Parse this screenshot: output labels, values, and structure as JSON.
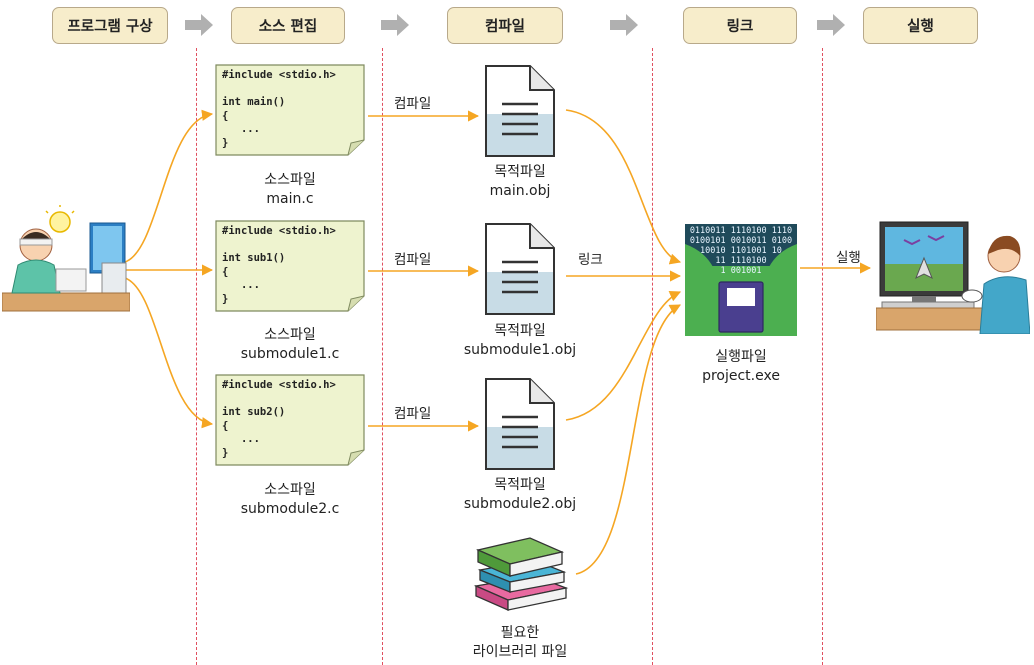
{
  "stages": [
    "프로그램 구상",
    "소스 편집",
    "컴파일",
    "링크",
    "실행"
  ],
  "sources": [
    {
      "code": [
        "#include <stdio.h>",
        "",
        "int main()",
        "{",
        "   ...",
        "}"
      ],
      "label1": "소스파일",
      "label2": "main.c"
    },
    {
      "code": [
        "#include <stdio.h>",
        "",
        "int sub1()",
        "{",
        "   ...",
        "}"
      ],
      "label1": "소스파일",
      "label2": "submodule1.c"
    },
    {
      "code": [
        "#include <stdio.h>",
        "",
        "int sub2()",
        "{",
        "   ...",
        "}"
      ],
      "label1": "소스파일",
      "label2": "submodule2.c"
    }
  ],
  "compile_label": "컴파일",
  "objects": [
    {
      "label1": "목적파일",
      "label2": "main.obj"
    },
    {
      "label1": "목적파일",
      "label2": "submodule1.obj"
    },
    {
      "label1": "목적파일",
      "label2": "submodule2.obj"
    }
  ],
  "library": {
    "label1": "필요한",
    "label2": "라이브러리 파일"
  },
  "link_label": "링크",
  "executable": {
    "label1": "실행파일",
    "label2": "project.exe",
    "binary_rows": [
      "0110011 1110100 1110",
      "0100101 0010011 0100",
      "10010 1101001 10",
      "11 1110100",
      "1 001001"
    ]
  },
  "run_label": "실행",
  "colors": {
    "stage_bg": "#f7edcb",
    "code_bg": "#eef3cf",
    "arrow": "#f5a623",
    "divider": "#e05060",
    "stage_arrow": "#b0b0b0"
  }
}
